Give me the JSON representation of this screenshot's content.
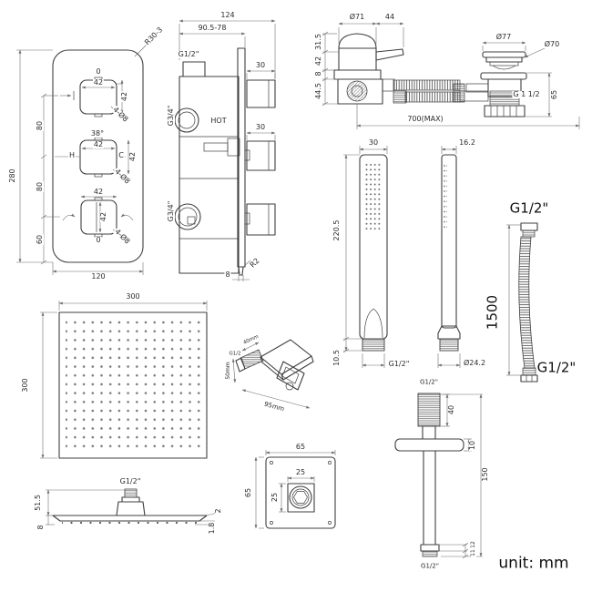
{
  "unit_note": "unit: mm",
  "colors": {
    "line": "#3f3f3f",
    "dim": "#6e6e6e",
    "text": "#2b2b2b",
    "bg": "#ffffff"
  },
  "views": {
    "valve_front": {
      "corner_note": "R30-3",
      "height": "280",
      "width": "120",
      "seg_top": "80",
      "seg_mid": "80",
      "seg_bot": "60",
      "k1_label": "0",
      "k1_w": "42",
      "k1_h": "42",
      "k1_holes": "4-Ø8",
      "k2_label": "38°",
      "k2_w": "42",
      "k2_h": "42",
      "k2_hot": "H",
      "k2_cold": "C",
      "k2_holes": "4-Ø8",
      "k3_w": "42",
      "k3_h": "42",
      "k3_label": "0",
      "k3_holes": "4-Ø8"
    },
    "valve_side": {
      "width": "124",
      "depth": "90.5-78",
      "inlet": "G1/2\"",
      "hot": "HOT",
      "handle1": "30",
      "handle2": "30",
      "port1": "G3/4\"",
      "port2": "G3/4\"",
      "radius": "R2",
      "plate": "8"
    },
    "filler": {
      "dia": "Ø71",
      "lever": "44",
      "d1": "31.5",
      "d2": "42",
      "d3": "8",
      "d4": "44.5",
      "hose": "700(MAX)"
    },
    "waste": {
      "cap": "Ø77",
      "dia": "Ø70",
      "thread": "G 1 1/2",
      "height": "65"
    },
    "handset": {
      "width": "30",
      "length": "220.5",
      "tail": "10.5",
      "thread": "G1/2\""
    },
    "wand": {
      "width": "16.2",
      "dia": "Ø24.2"
    },
    "hose": {
      "top": "G1/2\"",
      "length": "1500",
      "bottom": "G1/2\""
    },
    "head_front": {
      "width": "300",
      "height": "300"
    },
    "head_side": {
      "thread": "G1/2\"",
      "neck": "51.5",
      "depth": "8",
      "edge": "2",
      "panel": "1.8"
    },
    "holder": {
      "depth": "40mm",
      "thread": "G1/2",
      "height": "50mm",
      "width": "95mm"
    },
    "plate": {
      "w": "65",
      "h": "65",
      "iw": "25",
      "ih": "25"
    },
    "arm": {
      "top": "G1/2\"",
      "upper": "40",
      "flange": "10",
      "length": "150",
      "tip1": "12",
      "tip2": "11",
      "bottom": "G1/2\""
    }
  }
}
